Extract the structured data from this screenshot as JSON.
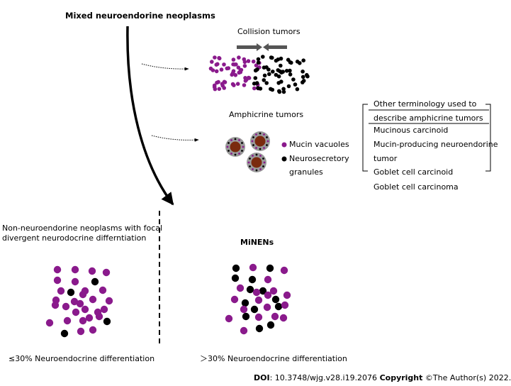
{
  "title": "Mixed neuroendorine neoplasms",
  "collision": {
    "label": "Collision tumors"
  },
  "amphicrine": {
    "label": "Amphicrine tumors",
    "legend": {
      "mucin": "Mucin vacuoles",
      "neuro_1": "Neurosecretory",
      "neuro_2": "granules"
    }
  },
  "terminology": {
    "header_1": "Other terminology used to",
    "header_2": "describe amphicrine tumors",
    "items": [
      "Mucinous carcinoid",
      "Mucin-producing neuroendorine",
      "tumor",
      "Goblet cell carcinoid",
      "Goblet cell carcinoma"
    ]
  },
  "non_neuro": {
    "line_1": "Non-neuroendorine neoplasms with focal",
    "line_2": "divergent neurodocrine differntiation",
    "caption": "≤30% Neuroendocrine differentiation"
  },
  "minens": {
    "label": "MiNENs",
    "caption": "＞30% Neuroendocrine differentiation"
  },
  "footer": {
    "doi_label": "DOI",
    "doi_value": ": 10.3748/wjg.v28.i19.2076",
    "copyright_label": "Copyright",
    "copyright_value": " ©The Author(s) 2022."
  },
  "colors": {
    "purple": "#8a1a8c",
    "black": "#000000",
    "brown": "#7a2a0e",
    "gray": "#9a9a9a",
    "arrow": "#555555"
  }
}
